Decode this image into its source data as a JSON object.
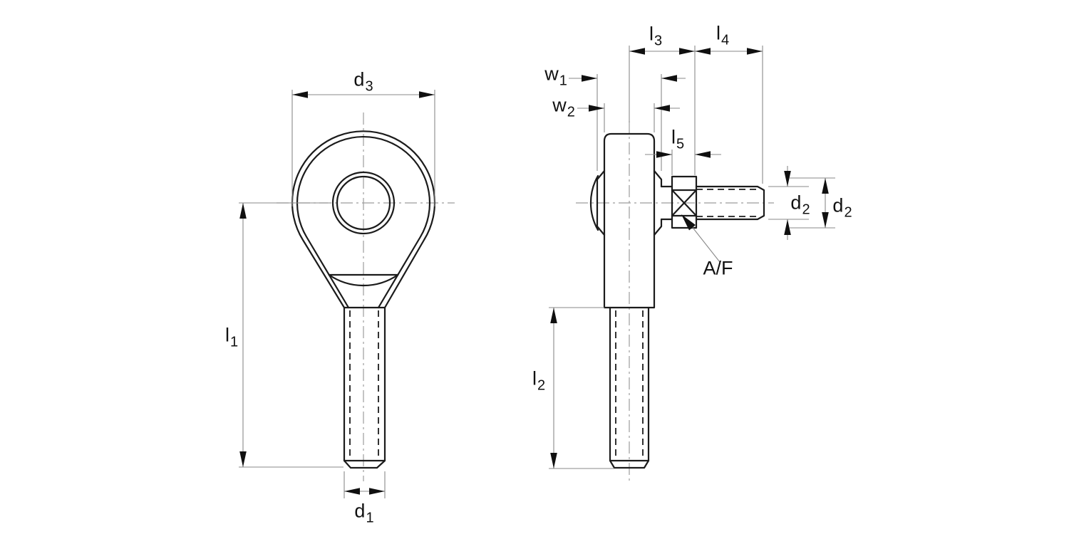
{
  "labels": {
    "d3": {
      "base": "d",
      "sub": "3"
    },
    "l1": {
      "base": "l",
      "sub": "1"
    },
    "d1": {
      "base": "d",
      "sub": "1"
    },
    "l3": {
      "base": "l",
      "sub": "3"
    },
    "l4": {
      "base": "l",
      "sub": "4"
    },
    "w1": {
      "base": "w",
      "sub": "1"
    },
    "w2": {
      "base": "w",
      "sub": "2"
    },
    "l5": {
      "base": "l",
      "sub": "5"
    },
    "d2_thread": {
      "base": "d",
      "sub": "2"
    },
    "d2_outer": {
      "base": "d",
      "sub": "2"
    },
    "af": {
      "base": "A/F",
      "sub": ""
    },
    "l2": {
      "base": "l",
      "sub": "2"
    }
  },
  "colors": {
    "line": "#1b1b1b",
    "dim": "#8a8a8a",
    "center": "#9c9c9c",
    "arrow": "#101010",
    "text": "#111111",
    "bg": "#ffffff"
  }
}
